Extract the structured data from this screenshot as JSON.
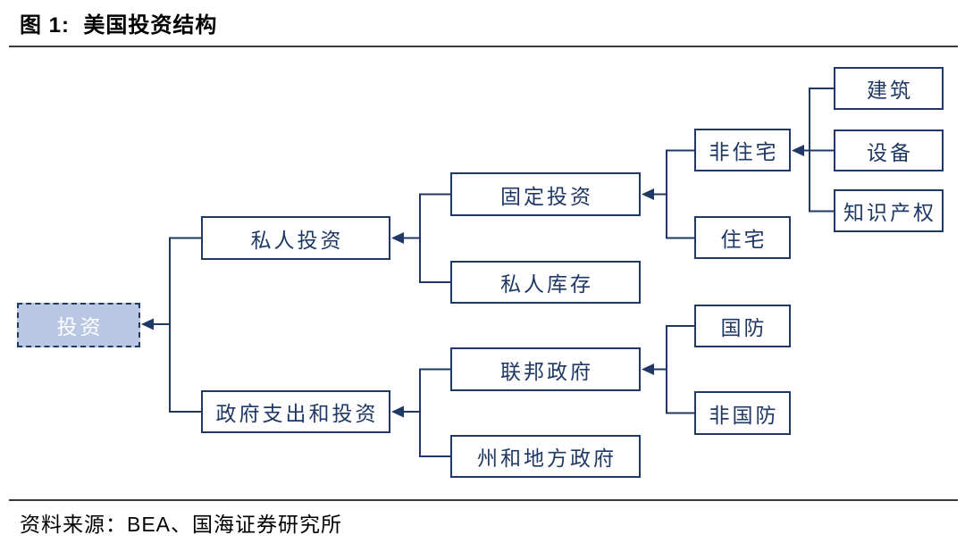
{
  "header": {
    "title": "图 1:  美国投资结构"
  },
  "footer": {
    "source": "资料来源：BEA、国海证券研究所"
  },
  "colors": {
    "line": "#1F3864",
    "box_border": "#1F3864",
    "box_text": "#1F3864",
    "root_fill": "#B9C7E3",
    "root_text": "#FDFDFF",
    "rule": "#3B3B3B"
  },
  "diagram": {
    "nodes": {
      "investment": {
        "label": "投资"
      },
      "private_investment": {
        "label": "私人投资"
      },
      "government_spending": {
        "label": "政府支出和投资"
      },
      "fixed_investment": {
        "label": "固定投资"
      },
      "private_inventory": {
        "label": "私人库存"
      },
      "federal_government": {
        "label": "联邦政府"
      },
      "state_local_government": {
        "label": "州和地方政府"
      },
      "nonresidential": {
        "label": "非住宅"
      },
      "residential": {
        "label": "住宅"
      },
      "defense": {
        "label": "国防"
      },
      "nondefense": {
        "label": "非国防"
      },
      "construction": {
        "label": "建筑"
      },
      "equipment": {
        "label": "设备"
      },
      "intellectual_property": {
        "label": "知识产权"
      }
    }
  }
}
